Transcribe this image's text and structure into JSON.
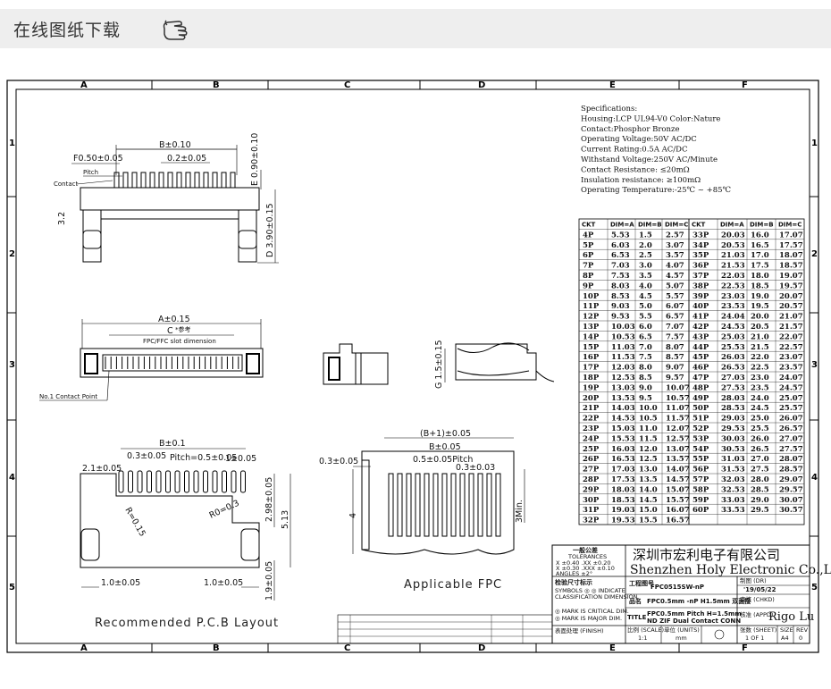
{
  "header": {
    "title": "在线图纸下载"
  },
  "grid": {
    "columns": [
      "A",
      "B",
      "C",
      "D",
      "E",
      "F"
    ],
    "rows": [
      "1",
      "2",
      "3",
      "4",
      "5"
    ]
  },
  "specs": [
    "Specifications:",
    " Housing:LCP UL94-V0 Color:Nature",
    " Contact:Phosphor Bronze",
    " Operating Voltage:50V AC/DC",
    " Current Rating:0.5A AC/DC",
    " Withstand Voltage:250V AC/Minute",
    " Contact Resistance: ≤20mΩ",
    " Insulation resistance: ≥100mΩ",
    " Operating Temperature:-25℃ ~ +85℃"
  ],
  "table": {
    "headers": [
      "CKT",
      "DIM=A",
      "DIM=B",
      "DIM=C",
      "CKT",
      "DIM=A",
      "DIM=B",
      "DIM=C"
    ],
    "rows": [
      [
        "4P",
        "5.53",
        "1.5",
        "2.57",
        "33P",
        "20.03",
        "16.0",
        "17.07"
      ],
      [
        "5P",
        "6.03",
        "2.0",
        "3.07",
        "34P",
        "20.53",
        "16.5",
        "17.57"
      ],
      [
        "6P",
        "6.53",
        "2.5",
        "3.57",
        "35P",
        "21.03",
        "17.0",
        "18.07"
      ],
      [
        "7P",
        "7.03",
        "3.0",
        "4.07",
        "36P",
        "21.53",
        "17.5",
        "18.57"
      ],
      [
        "8P",
        "7.53",
        "3.5",
        "4.57",
        "37P",
        "22.03",
        "18.0",
        "19.07"
      ],
      [
        "9P",
        "8.03",
        "4.0",
        "5.07",
        "38P",
        "22.53",
        "18.5",
        "19.57"
      ],
      [
        "10P",
        "8.53",
        "4.5",
        "5.57",
        "39P",
        "23.03",
        "19.0",
        "20.07"
      ],
      [
        "11P",
        "9.03",
        "5.0",
        "6.07",
        "40P",
        "23.53",
        "19.5",
        "20.57"
      ],
      [
        "12P",
        "9.53",
        "5.5",
        "6.57",
        "41P",
        "24.04",
        "20.0",
        "21.07"
      ],
      [
        "13P",
        "10.03",
        "6.0",
        "7.07",
        "42P",
        "24.53",
        "20.5",
        "21.57"
      ],
      [
        "14P",
        "10.53",
        "6.5",
        "7.57",
        "43P",
        "25.03",
        "21.0",
        "22.07"
      ],
      [
        "15P",
        "11.03",
        "7.0",
        "8.07",
        "44P",
        "25.53",
        "21.5",
        "22.57"
      ],
      [
        "16P",
        "11.53",
        "7.5",
        "8.57",
        "45P",
        "26.03",
        "22.0",
        "23.07"
      ],
      [
        "17P",
        "12.03",
        "8.0",
        "9.07",
        "46P",
        "26.53",
        "22.5",
        "23.57"
      ],
      [
        "18P",
        "12.53",
        "8.5",
        "9.57",
        "47P",
        "27.03",
        "23.0",
        "24.07"
      ],
      [
        "19P",
        "13.03",
        "9.0",
        "10.07",
        "48P",
        "27.53",
        "23.5",
        "24.57"
      ],
      [
        "20P",
        "13.53",
        "9.5",
        "10.57",
        "49P",
        "28.03",
        "24.0",
        "25.07"
      ],
      [
        "21P",
        "14.03",
        "10.0",
        "11.07",
        "50P",
        "28.53",
        "24.5",
        "25.57"
      ],
      [
        "22P",
        "14.53",
        "10.5",
        "11.57",
        "51P",
        "29.03",
        "25.0",
        "26.07"
      ],
      [
        "23P",
        "15.03",
        "11.0",
        "12.07",
        "52P",
        "29.53",
        "25.5",
        "26.57"
      ],
      [
        "24P",
        "15.53",
        "11.5",
        "12.57",
        "53P",
        "30.03",
        "26.0",
        "27.07"
      ],
      [
        "25P",
        "16.03",
        "12.0",
        "13.07",
        "54P",
        "30.53",
        "26.5",
        "27.57"
      ],
      [
        "26P",
        "16.53",
        "12.5",
        "13.57",
        "55P",
        "31.03",
        "27.0",
        "28.07"
      ],
      [
        "27P",
        "17.03",
        "13.0",
        "14.07",
        "56P",
        "31.53",
        "27.5",
        "28.57"
      ],
      [
        "28P",
        "17.53",
        "13.5",
        "14.57",
        "57P",
        "32.03",
        "28.0",
        "29.07"
      ],
      [
        "29P",
        "18.03",
        "14.0",
        "15.07",
        "58P",
        "32.53",
        "28.5",
        "29.57"
      ],
      [
        "30P",
        "18.53",
        "14.5",
        "15.57",
        "59P",
        "33.03",
        "29.0",
        "30.07"
      ],
      [
        "31P",
        "19.03",
        "15.0",
        "16.07",
        "60P",
        "33.53",
        "29.5",
        "30.57"
      ],
      [
        "32P",
        "19.53",
        "15.5",
        "16.57",
        "",
        "",
        "",
        ""
      ]
    ]
  },
  "dims": {
    "top": {
      "b": "B±0.10",
      "f": "F0.50±0.05",
      "pitch_val": "0.2±0.05",
      "pitch": "Pitch",
      "contact": "Contact",
      "e": "E 0.90±0.10",
      "d": "D 3.90±0.15",
      "h32": "3.2"
    },
    "front": {
      "a": "A±0.15",
      "c": "C",
      "c_note": "*参考",
      "slot": "FPC/FFC slot dimension",
      "no1": "No.1 Contact Point"
    },
    "side": {
      "g": "G 1.5±0.15"
    },
    "pcb": {
      "b": "B±0.1",
      "p03": "0.3±0.05",
      "pitch": "Pitch=0.5±0.05",
      "p1": "1±0.05",
      "p21": "2.1±0.05",
      "r015": "R=0.15",
      "r03": "R0=0.3",
      "h298": "2.98±0.05",
      "h513": "5.13",
      "w10a": "1.0±0.05",
      "w10b": "1.0±0.05",
      "h19": "1.9±0.05",
      "caption": "Recommended P.C.B Layout"
    },
    "fpc": {
      "b1": "(B+1)±0.05",
      "b": "B±0.05",
      "pitch": "0.5±0.05Pitch",
      "p03": "0.3±0.03",
      "left": "0.3±0.05",
      "four": "4",
      "three": "3Min.",
      "caption": "Applicable FPC"
    }
  },
  "titleblock": {
    "tol_title": "一般公差",
    "tol_en": "TOLERANCES",
    "tol1": "X  ±0.40   .XX  ±0.20",
    "tol2": "X  ±0.30   .XXX ±0.10",
    "tol3": "ANGLES      ±2°",
    "company_cn": "深圳市宏利电子有限公司",
    "company_en": "Shenzhen Holy Electronic Co.,Ltd",
    "insp": "检验尺寸标示",
    "symbol": "SYMBOLS ◎ ◎ INDICATE",
    "classif": "CLASSIFICATION DIMENSION",
    "critical": "◎ MARK IS CRITICAL DIM.",
    "major": "◎ MARK IS MAJOR DIM.",
    "finish": "表面处理 (FINISH)",
    "dwg_label": "工程图号",
    "dwg_no": "FPC0515SW-nP",
    "name_label": "品名",
    "name_val": "FPC0.5mm -nP H1.5mm 双面接",
    "title_label": "TITLE",
    "title_val1": "FPC0.5mm Pitch H=1.5mm",
    "title_val2": "ND ZIF Dual Contact CONN",
    "drawn_label": "制图 (DR)",
    "date": "'19/05/22",
    "check_label": "审核 (CHKD)",
    "appd_label": "核准 (APPD)",
    "signer": "Rigo Lu",
    "scale_label": "比例 (SCALE)",
    "scale": "1:1",
    "units_label": "单位 (UNITS)",
    "units": "mm",
    "sheet_label": "张数 (SHEET)",
    "sheet": "1 OF 1",
    "size_label": "SIZE",
    "size": "A4",
    "rev_label": "REV",
    "rev": "0"
  }
}
